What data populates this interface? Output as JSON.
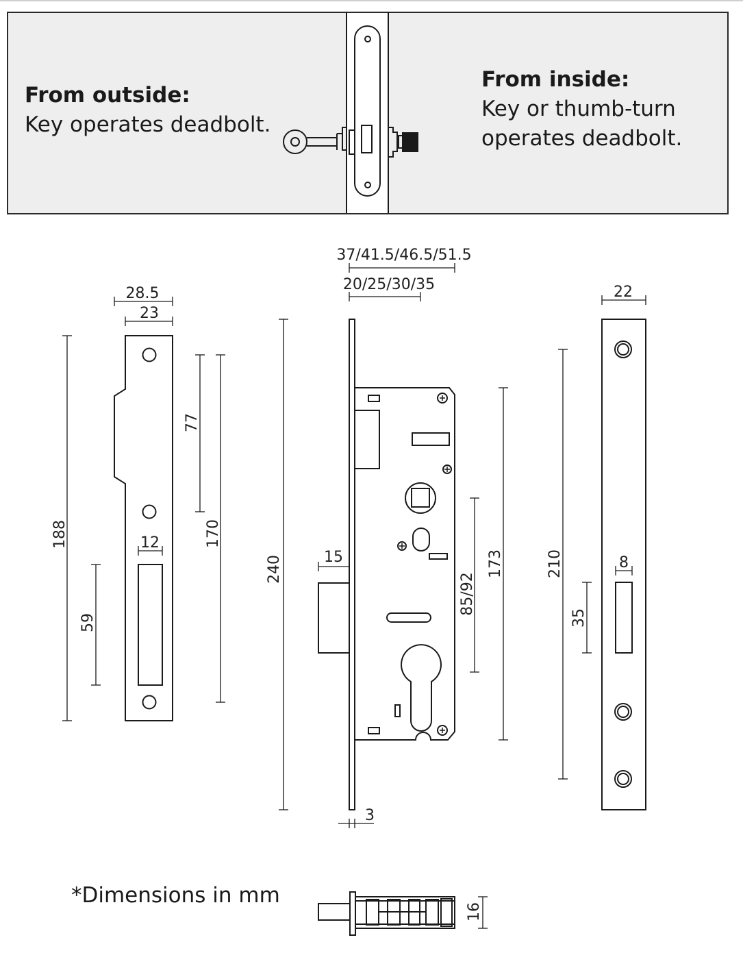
{
  "outside": {
    "heading": "From outside:",
    "body": "Key operates deadbolt."
  },
  "inside": {
    "heading": "From inside:",
    "lines": [
      "Key or thumb-turn",
      "operates deadbolt."
    ]
  },
  "footnote": "*Dimensions in mm",
  "dimensions": {
    "strike_plate_width": "28.5",
    "strike_plate_inner_width": "23",
    "strike_plate_height": "188",
    "strike_hole_spacing_upper": "77",
    "strike_hole_spacing": "170",
    "strike_slot_width": "12",
    "strike_slot_height": "59",
    "backset": "37/41.5/46.5/51.5",
    "backset_case": "20/25/30/35",
    "faceplate_length": "240",
    "bolt_throw": "15",
    "faceplate_thickness": "3",
    "centre_distance": "85/92",
    "case_height": "173",
    "faceplate_width": "22",
    "faceplate_hole_spacing": "210",
    "faceplate_slot_width": "8",
    "faceplate_slot_height": "35",
    "bolt_thickness": "16"
  },
  "colors": {
    "panel_bg": "#eeeeee",
    "line": "#1a1a1a"
  }
}
